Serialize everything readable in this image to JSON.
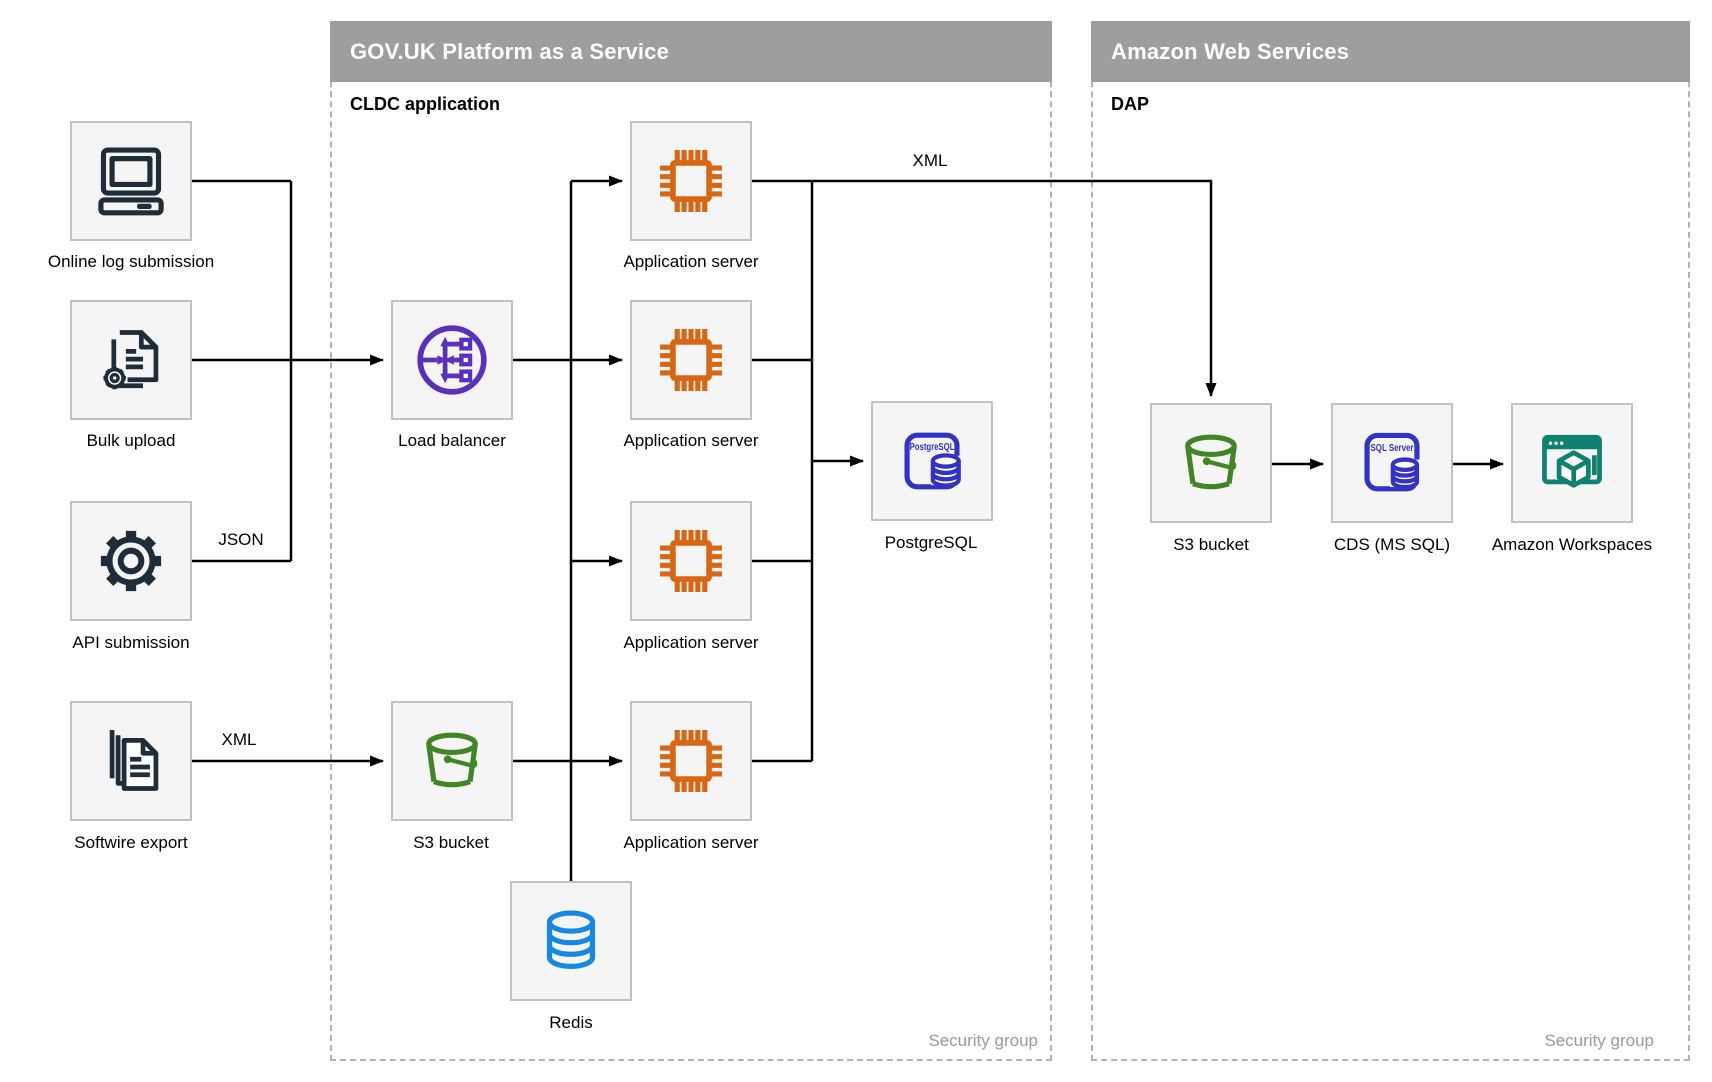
{
  "diagram": {
    "containers": {
      "govuk": {
        "title": "GOV.UK Platform as a Service",
        "sublabel": "CLDC application",
        "security_label": "Security group"
      },
      "aws": {
        "title": "Amazon Web Services",
        "sublabel": "DAP",
        "security_label": "Security group"
      }
    },
    "nodes": {
      "online_log": {
        "label": "Online log submission",
        "icon": "desktop-computer-icon"
      },
      "bulk_upload": {
        "label": "Bulk upload",
        "icon": "documents-gear-icon"
      },
      "api_submission": {
        "label": "API submission",
        "icon": "gear-icon"
      },
      "softwire_export": {
        "label": "Softwire export",
        "icon": "document-stack-icon"
      },
      "load_balancer": {
        "label": "Load balancer",
        "icon": "load-balancer-icon"
      },
      "app_server_1": {
        "label": "Application server",
        "icon": "chip-icon"
      },
      "app_server_2": {
        "label": "Application server",
        "icon": "chip-icon"
      },
      "app_server_3": {
        "label": "Application server",
        "icon": "chip-icon"
      },
      "app_server_4": {
        "label": "Application server",
        "icon": "chip-icon"
      },
      "postgresql": {
        "label": "PostgreSQL",
        "icon": "postgresql-icon",
        "icon_text": "PostgreSQL"
      },
      "s3_paas": {
        "label": "S3 bucket",
        "icon": "s3-bucket-icon"
      },
      "redis": {
        "label": "Redis",
        "icon": "database-icon"
      },
      "s3_aws": {
        "label": "S3 bucket",
        "icon": "s3-bucket-icon"
      },
      "cds": {
        "label": "CDS (MS SQL)",
        "icon": "sql-server-icon",
        "icon_text": "SQL Server"
      },
      "workspaces": {
        "label": "Amazon Workspaces",
        "icon": "workspaces-icon"
      }
    },
    "edge_labels": {
      "api_json": "JSON",
      "softwire_xml": "XML",
      "app_to_aws_xml": "XML"
    },
    "colors": {
      "header_bar": "#9e9e9e",
      "node_fill": "#f5f5f5",
      "node_border": "#c2c2c2",
      "edge": "#000000",
      "source_navy": "#1f2d3b",
      "app_orange": "#d86613",
      "lb_purple": "#5a30c0",
      "s3_green": "#3f8624",
      "workspaces_teal": "#0e8271",
      "redis_blue": "#1588e5",
      "db_indigo": "#3132c8",
      "security_text": "#9a9a9a"
    }
  }
}
